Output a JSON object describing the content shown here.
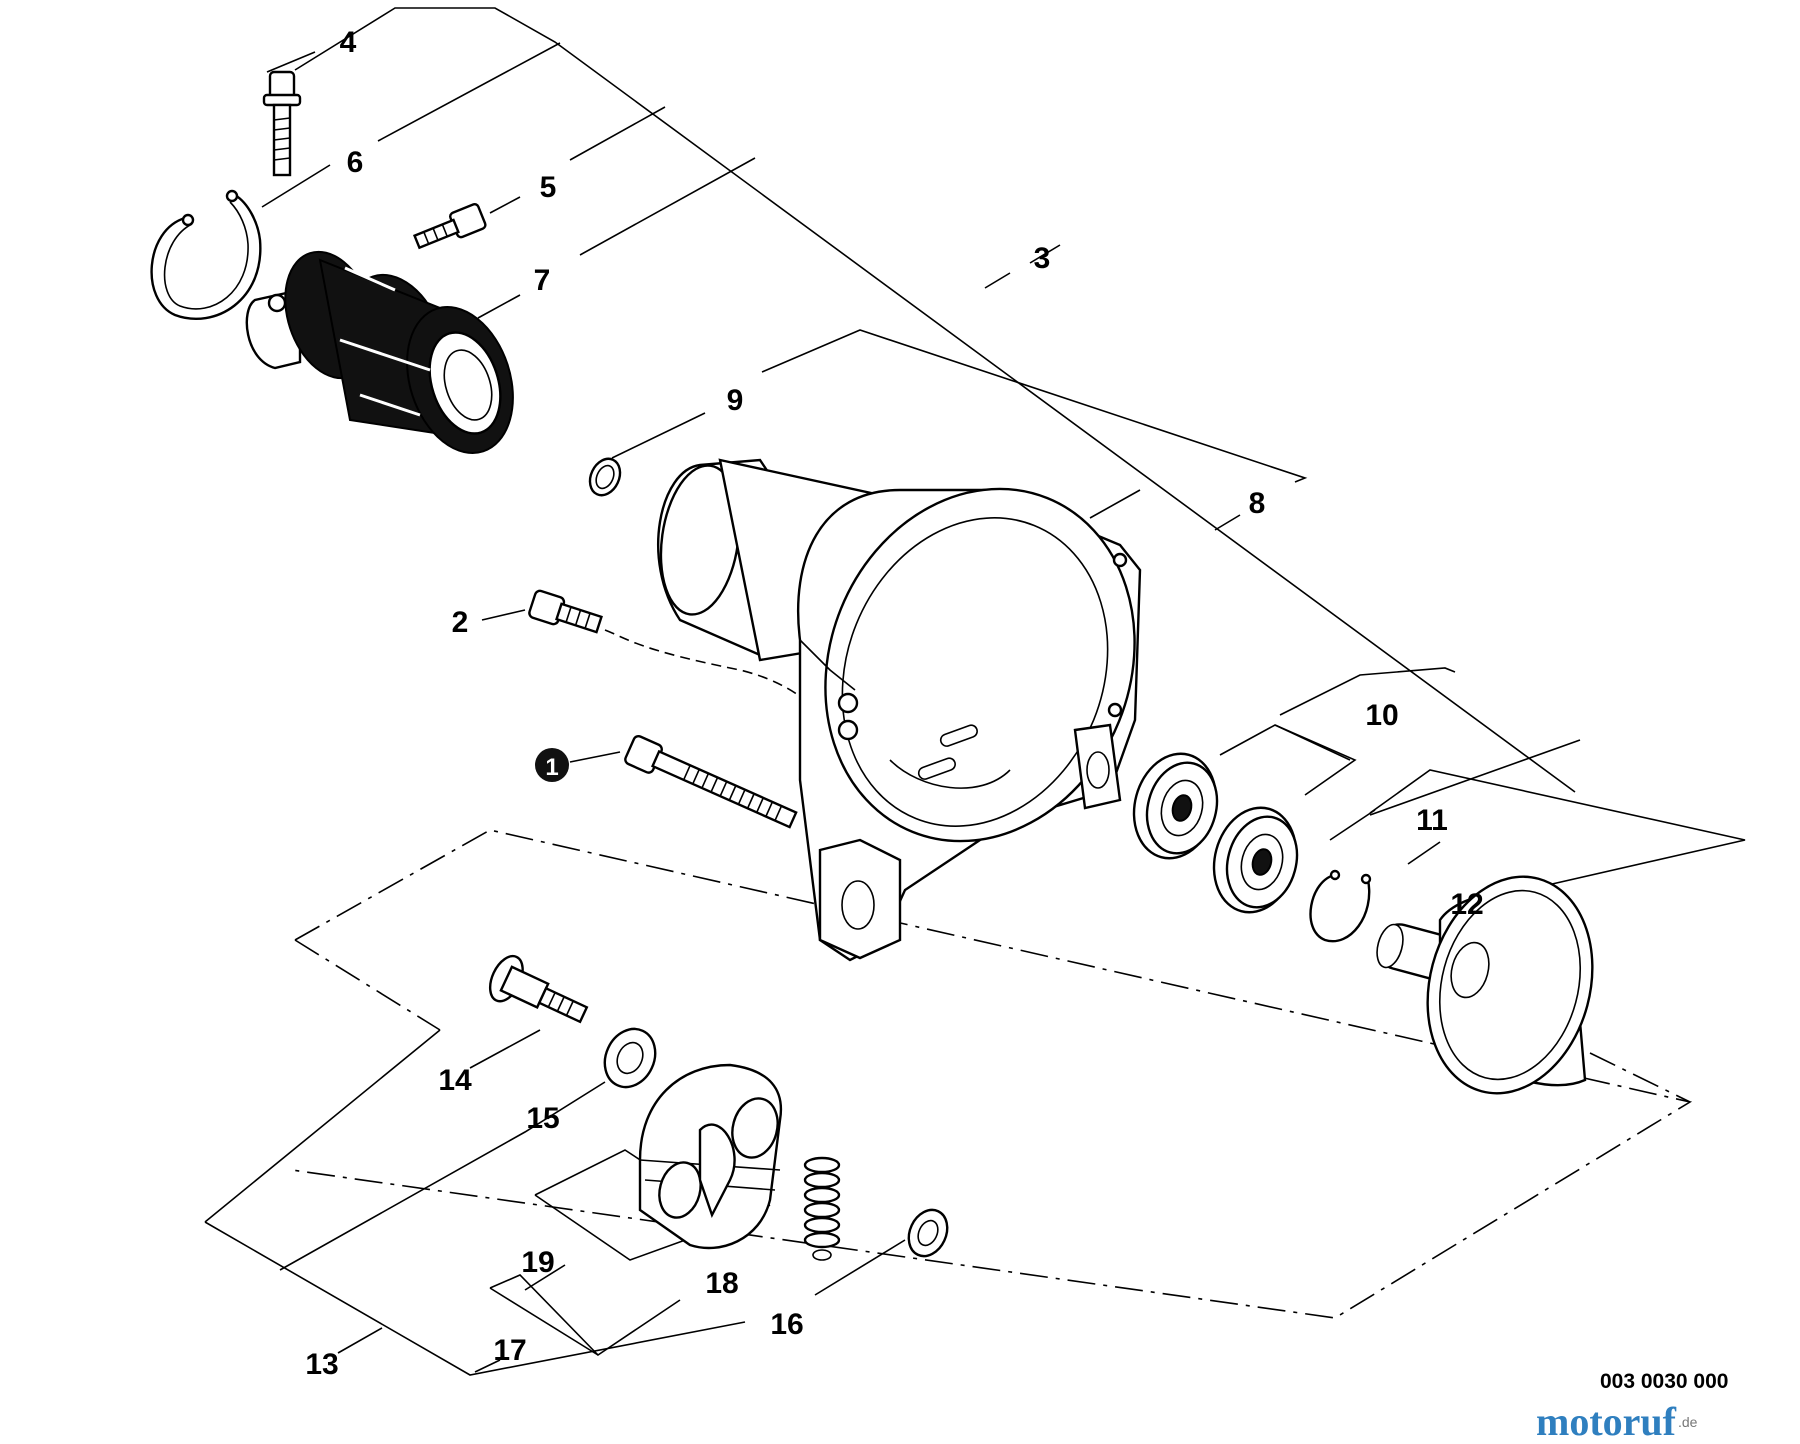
{
  "callouts": {
    "c1": "1",
    "c2": "2",
    "c3": "3",
    "c4": "4",
    "c5": "5",
    "c6": "6",
    "c7": "7",
    "c8": "8",
    "c9": "9",
    "c10": "10",
    "c11": "11",
    "c12": "12",
    "c13": "13",
    "c14": "14",
    "c15": "15",
    "c16": "16",
    "c17": "17",
    "c18": "18",
    "c19": "19"
  },
  "drawing_code": "003 0030 000",
  "watermark": {
    "text": "motoruf",
    "suffix": ".de"
  },
  "colors": {
    "ink": "#000000",
    "background": "#ffffff",
    "watermark": "#2f7fbf"
  }
}
